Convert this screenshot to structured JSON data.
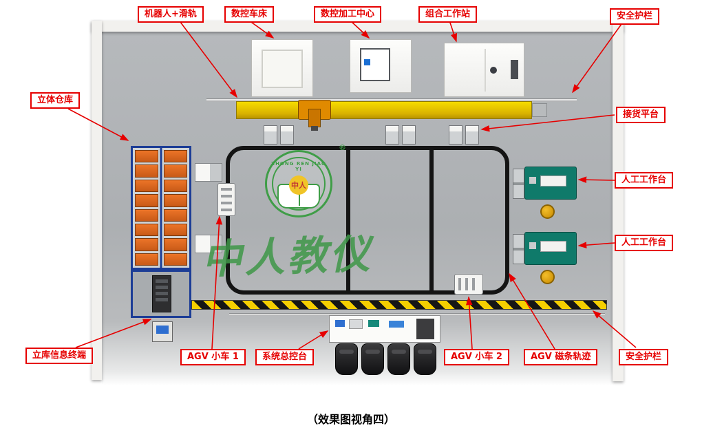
{
  "caption": "（效果图视角四）",
  "callouts": [
    {
      "id": "robot-rail",
      "text": "机器人+滑轨"
    },
    {
      "id": "cnc-lathe",
      "text": "数控车床"
    },
    {
      "id": "machining-center",
      "text": "数控加工中心"
    },
    {
      "id": "combined-workstation",
      "text": "组合工作站"
    },
    {
      "id": "safety-fence-top",
      "text": "安全护栏"
    },
    {
      "id": "warehouse",
      "text": "立体仓库"
    },
    {
      "id": "receiving-platform",
      "text": "接货平台"
    },
    {
      "id": "manual-workstation-1",
      "text": "人工工作台"
    },
    {
      "id": "manual-workstation-2",
      "text": "人工工作台"
    },
    {
      "id": "warehouse-terminal",
      "text": "立库信息终端"
    },
    {
      "id": "agv-1",
      "text": "AGV 小车 1"
    },
    {
      "id": "master-console",
      "text": "系统总控台"
    },
    {
      "id": "agv-2",
      "text": "AGV 小车 2"
    },
    {
      "id": "agv-track",
      "text": "AGV 磁条轨迹"
    },
    {
      "id": "safety-fence-bottom",
      "text": "安全护栏"
    }
  ],
  "watermark": {
    "ring_text": "ZHONG REN JIAO YI",
    "seal_text": "中人",
    "brand_text": "中人教仪",
    "registered_mark": "®",
    "color": "#3f9d47"
  },
  "colors": {
    "callout_red": "#e60000",
    "rail_yellow": "#e8c400",
    "track_black": "#141414",
    "warehouse_blue": "#1c3d96",
    "warehouse_orange": "#e06a20",
    "bench_teal": "#0f7a6a",
    "stool_yellow": "#e0a51e",
    "hazard_yellow": "#f5cf00",
    "floor_gray": "#b0b3b6",
    "watermark_green": "#3f9d47"
  }
}
